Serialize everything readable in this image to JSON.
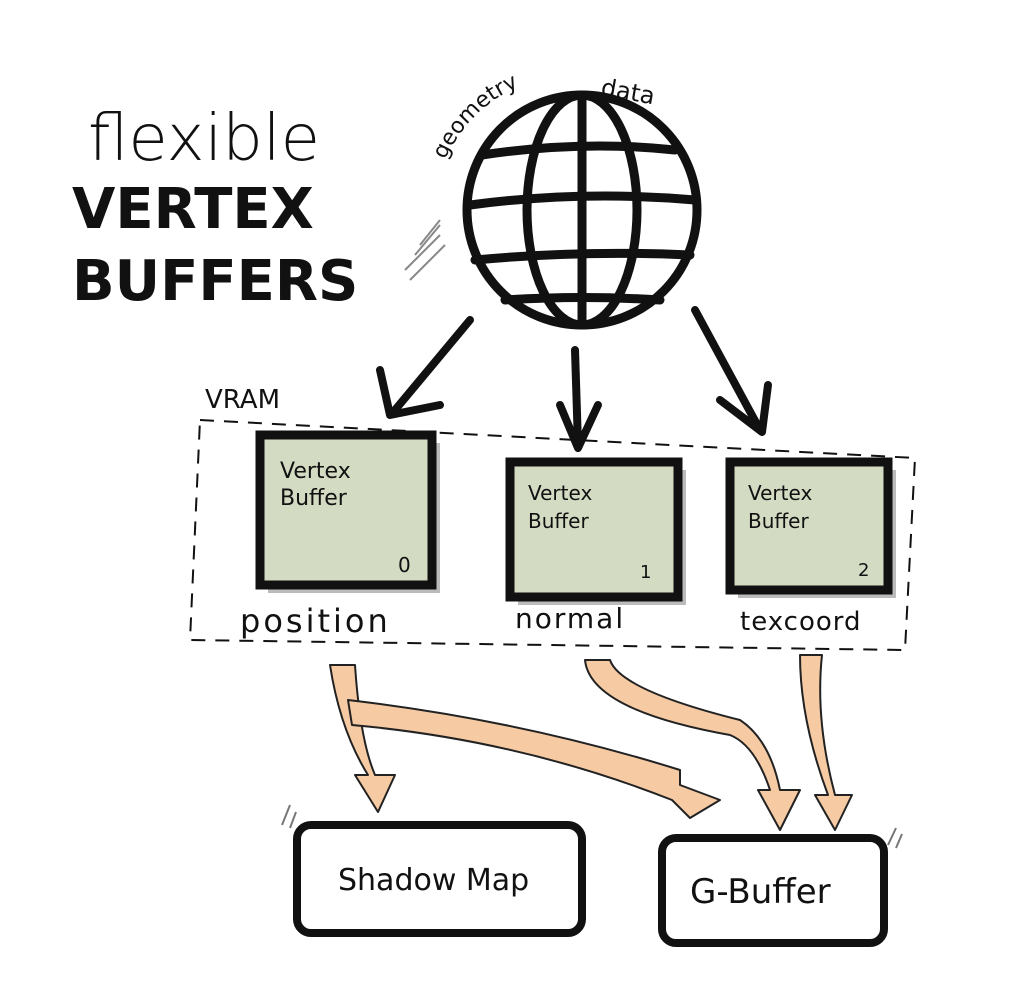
{
  "title": {
    "line1": "flexible",
    "line2": "VERTEX",
    "line3": "BUFFERS"
  },
  "globe": {
    "label_left": "geometry",
    "label_right": "data"
  },
  "vram_label": "VRAM",
  "buffers": [
    {
      "title1": "Vertex",
      "title2": "Buffer",
      "index": "0",
      "attribute": "position"
    },
    {
      "title1": "Vertex",
      "title2": "Buffer",
      "index": "1",
      "attribute": "normal"
    },
    {
      "title1": "Vertex",
      "title2": "Buffer",
      "index": "2",
      "attribute": "texcoord"
    }
  ],
  "targets": {
    "shadow_map": "Shadow Map",
    "gbuffer": "G-Buffer"
  },
  "colors": {
    "buffer_fill": "#d3dbc2",
    "flow_arrow": "#f6cba4",
    "ink": "#111111"
  }
}
